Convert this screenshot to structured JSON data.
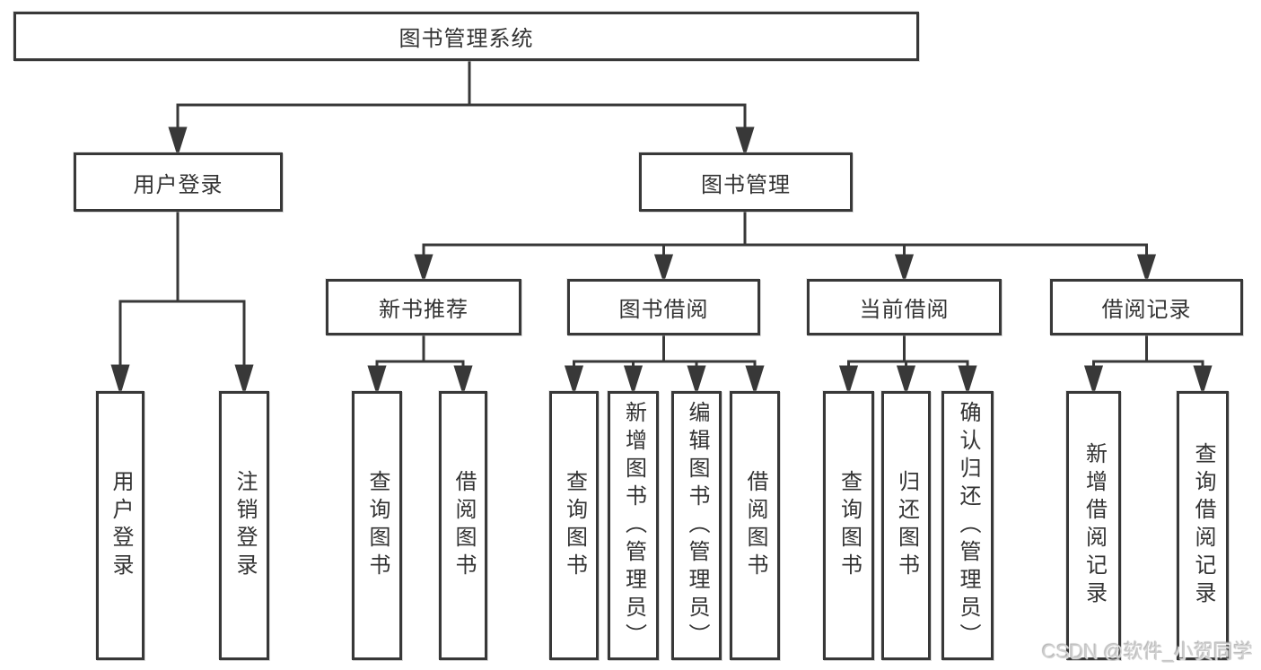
{
  "diagram_type": "hierarchy-tree",
  "tree": {
    "root": "图书管理系统",
    "branches": [
      {
        "label": "用户登录",
        "children": [
          "用户登录",
          "注销登录"
        ]
      },
      {
        "label": "图书管理",
        "sections": [
          {
            "label": "新书推荐",
            "children": [
              "查询图书",
              "借阅图书"
            ]
          },
          {
            "label": "图书借阅",
            "children": [
              "查询图书",
              "新增图书（管理员）",
              "编辑图书（管理员）",
              "借阅图书"
            ]
          },
          {
            "label": "当前借阅",
            "children": [
              "查询图书",
              "归还图书",
              "确认归还（管理员）"
            ]
          },
          {
            "label": "借阅记录",
            "children": [
              "新增借阅记录",
              "查询借阅记录"
            ]
          }
        ]
      }
    ]
  },
  "watermark": {
    "text": "CSDN @软件_小贺同学"
  },
  "colors": {
    "line": "#383838",
    "text": "#333333",
    "background": "#ffffff",
    "watermark": "#cfcfcf"
  }
}
